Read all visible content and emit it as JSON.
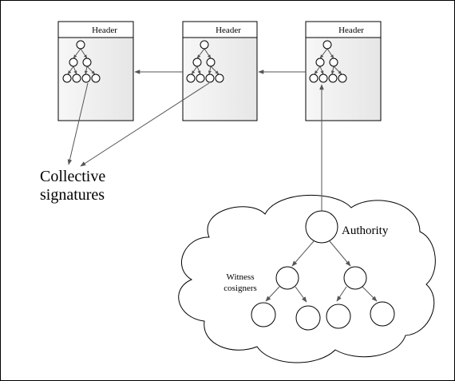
{
  "blocks": [
    {
      "header": "Header"
    },
    {
      "header": "Header"
    },
    {
      "header": "Header"
    }
  ],
  "labels": {
    "collective_line1": "Collective",
    "collective_line2": "signatures",
    "authority": "Authority",
    "witness_line1": "Witness",
    "witness_line2": "cosigners"
  },
  "colors": {
    "stroke": "#000000",
    "arrow": "#555555",
    "block_fill": "#f3f3f3",
    "header_fill": "#ffffff"
  }
}
